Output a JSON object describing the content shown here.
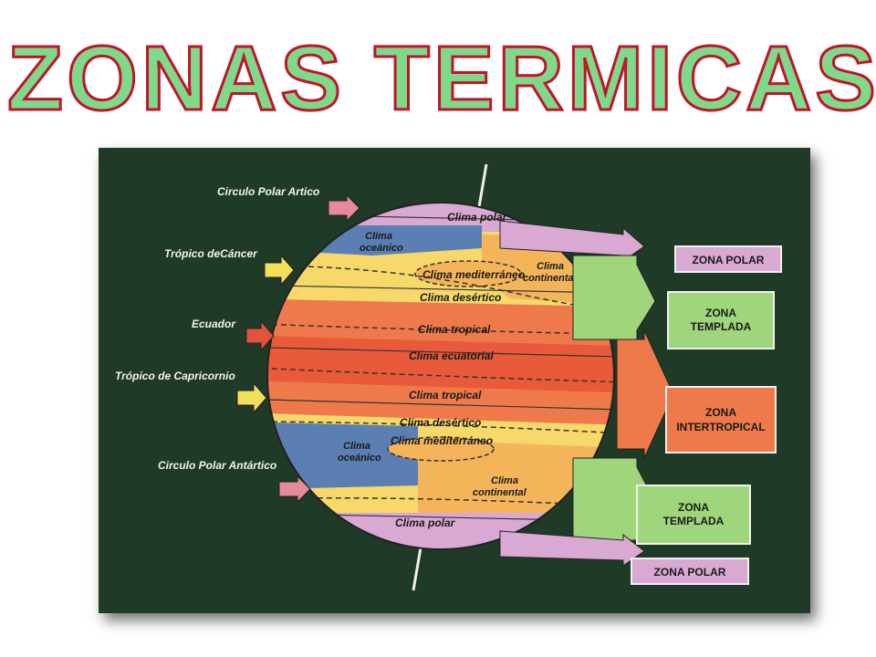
{
  "title": "ZONAS TERMICAS",
  "side_labels": {
    "polar_artico": "Circulo Polar Artico",
    "cancer": "Trópico deCáncer",
    "ecuador": "Ecuador",
    "capricornio": "Trópico de Capricornio",
    "polar_antartico": "Circulo Polar Antártico"
  },
  "climates": {
    "polar_n": "Clima polar",
    "oceanico_n_1": "Clima",
    "oceanico_n_2": "oceánico",
    "mediterraneo_n": "Clima mediterráneo",
    "continental_n_1": "Clima",
    "continental_n_2": "continental",
    "desertico_n": "Clima desértico",
    "tropical_n": "Clima tropical",
    "ecuatorial": "Clima ecuatorial",
    "tropical_s": "Clima tropical",
    "desertico_s": "Clima desértico",
    "mediterraneo_s": "Clima mediterráneo",
    "oceanico_s_1": "Clima",
    "oceanico_s_2": "oceánico",
    "continental_s_1": "Clima",
    "continental_s_2": "continental",
    "polar_s": "Clima polar"
  },
  "zones": {
    "polar_n": "ZONA POLAR",
    "templada_n_1": "ZONA",
    "templada_n_2": "TEMPLADA",
    "intertropical_1": "ZONA",
    "intertropical_2": "INTERTROPICAL",
    "templada_s_1": "ZONA",
    "templada_s_2": "TEMPLADA",
    "polar_s": "ZONA POLAR"
  },
  "colors": {
    "title_fill": "#7fd98a",
    "title_stroke": "#c0142a",
    "panel": "#1f3a26",
    "polar": "#d9a9d4",
    "oceanic": "#5b7fb3",
    "continental": "#f4b55a",
    "yellow": "#f7d86a",
    "tropical": "#ee7a4c",
    "equatorial": "#e85a3a",
    "temperate": "#9fd67c",
    "pink_arrow": "#e58a9a",
    "yellow_arrow": "#f3e05a",
    "red_arrow": "#e0553a"
  }
}
